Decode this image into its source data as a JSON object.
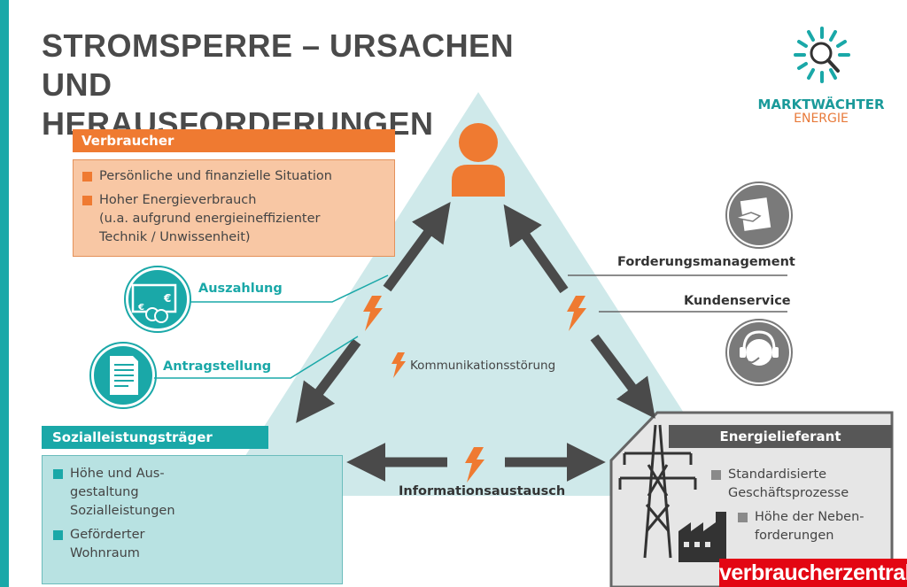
{
  "title": {
    "line1": "STROMSPERRE – URSACHEN UND",
    "line2": "HERAUSFORDERUNGEN"
  },
  "logo": {
    "line1": "MARKTWÄCHTER",
    "line2": "ENERGIE"
  },
  "verbraucher": {
    "header": "Verbraucher",
    "items": [
      "Persönliche und finanzielle Situation",
      "Hoher Energieverbrauch",
      "(u.a. aufgrund energieineffizienter",
      "Technik / Unwissenheit)"
    ]
  },
  "sozialleistungstraeger": {
    "header": "Sozialleistungsträger",
    "items": [
      [
        "Höhe und Aus-",
        "gestaltung",
        "Sozialleistungen"
      ],
      [
        "Geförderter",
        "Wohnraum"
      ]
    ]
  },
  "energielieferant": {
    "header": "Energielieferant",
    "items": [
      [
        "Standardisierte",
        "Geschäftsprozesse"
      ],
      [
        "Höhe der Neben-",
        "forderungen"
      ]
    ]
  },
  "labels": {
    "auszahlung": "Auszahlung",
    "antragstellung": "Antragstellung",
    "forderungsmanagement": "Forderungsmanagement",
    "kundenservice": "Kundenservice",
    "informationsaustausch": "Informationsaustausch",
    "kommunikationsstoerung": "Kommunikationsstörung"
  },
  "footer_logo": "verbraucherzentrale",
  "colors": {
    "orange": "#ef7a31",
    "teal": "#1aa8a8",
    "dark_gray": "#575757",
    "triangle": "#cfe9ea",
    "arrow": "#4a4a4a",
    "brand_red": "#e30613"
  },
  "icons": [
    "person-icon",
    "money-icon",
    "document-icon",
    "handshake-icon",
    "headset-icon",
    "eagle-icon",
    "power-pylon-icon",
    "factory-icon",
    "lightning-icon",
    "logo-sun-icon"
  ]
}
